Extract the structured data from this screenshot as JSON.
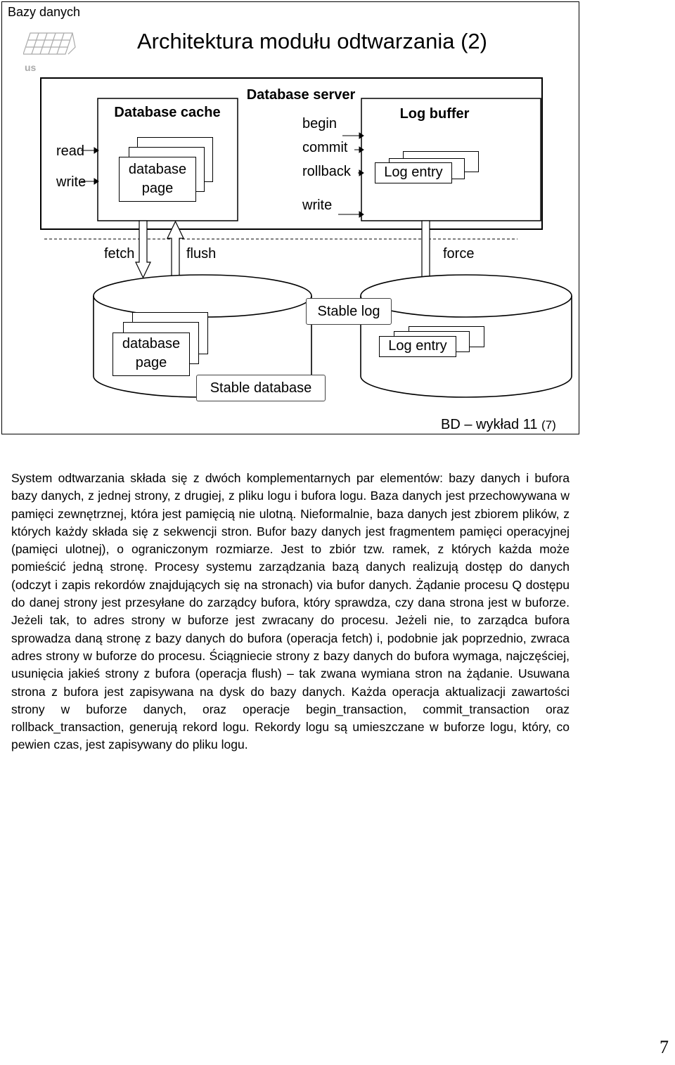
{
  "header": {
    "course": "Bazy danych",
    "slide_title": "Architektura modułu odtwarzania (2)"
  },
  "server": {
    "title": "Database server",
    "ops_left": [
      "read",
      "write"
    ],
    "cache_title": "Database cache",
    "cache_page": [
      "database",
      "page"
    ],
    "ops_mid": [
      "begin",
      "commit",
      "rollback",
      "write"
    ],
    "log_buffer_title": "Log buffer",
    "log_entry": "Log entry"
  },
  "transfer": {
    "fetch": "fetch",
    "flush": "flush",
    "force": "force"
  },
  "storage": {
    "db_page": [
      "database",
      "page"
    ],
    "stable_database": "Stable database",
    "stable_log": "Stable log",
    "log_entry": "Log entry"
  },
  "footer": {
    "label": "BD – wykład 11",
    "number": "(7)"
  },
  "body": [
    "System odtwarzania składa się z dwóch komplementarnych par elementów: bazy danych i bufora bazy danych, z jednej strony, z drugiej, z pliku logu i bufora logu. Baza danych jest przechowywana w pamięci zewnętrznej, która jest pamięcią nie ulotną. Nieformalnie, baza danych jest zbiorem plików, z których każdy składa się z sekwencji stron. Bufor bazy danych jest fragmentem pamięci operacyjnej (pamięci ulotnej), o ograniczonym rozmiarze. Jest to zbiór tzw. ramek, z których każda może pomieścić jedną stronę. Procesy systemu zarządzania bazą danych realizują dostęp do danych (odczyt i zapis rekordów znajdujących się na stronach) via bufor danych. Żądanie procesu Q dostępu do danej strony jest przesyłane do zarządcy bufora, który sprawdza, czy dana strona jest w buforze. Jeżeli tak, to adres strony w buforze jest zwracany do procesu. Jeżeli nie, to zarządca bufora sprowadza daną stronę z bazy danych do bufora (operacja fetch) i, podobnie jak poprzednio, zwraca adres strony w buforze do procesu. Ściągniecie strony z bazy danych do bufora wymaga, najczęściej, usunięcia jakieś strony z bufora (operacja flush) – tak zwana wymiana stron na żądanie. Usuwana strona z bufora jest zapisywana na dysk do bazy danych. Każda operacja aktualizacji zawartości strony w buforze danych, oraz operacje begin_transaction, commit_transaction oraz rollback_transaction, generują rekord logu. Rekordy logu są umieszczane w buforze logu, który, co pewien czas, jest zapisywany do pliku logu."
  ],
  "page_number": "7"
}
